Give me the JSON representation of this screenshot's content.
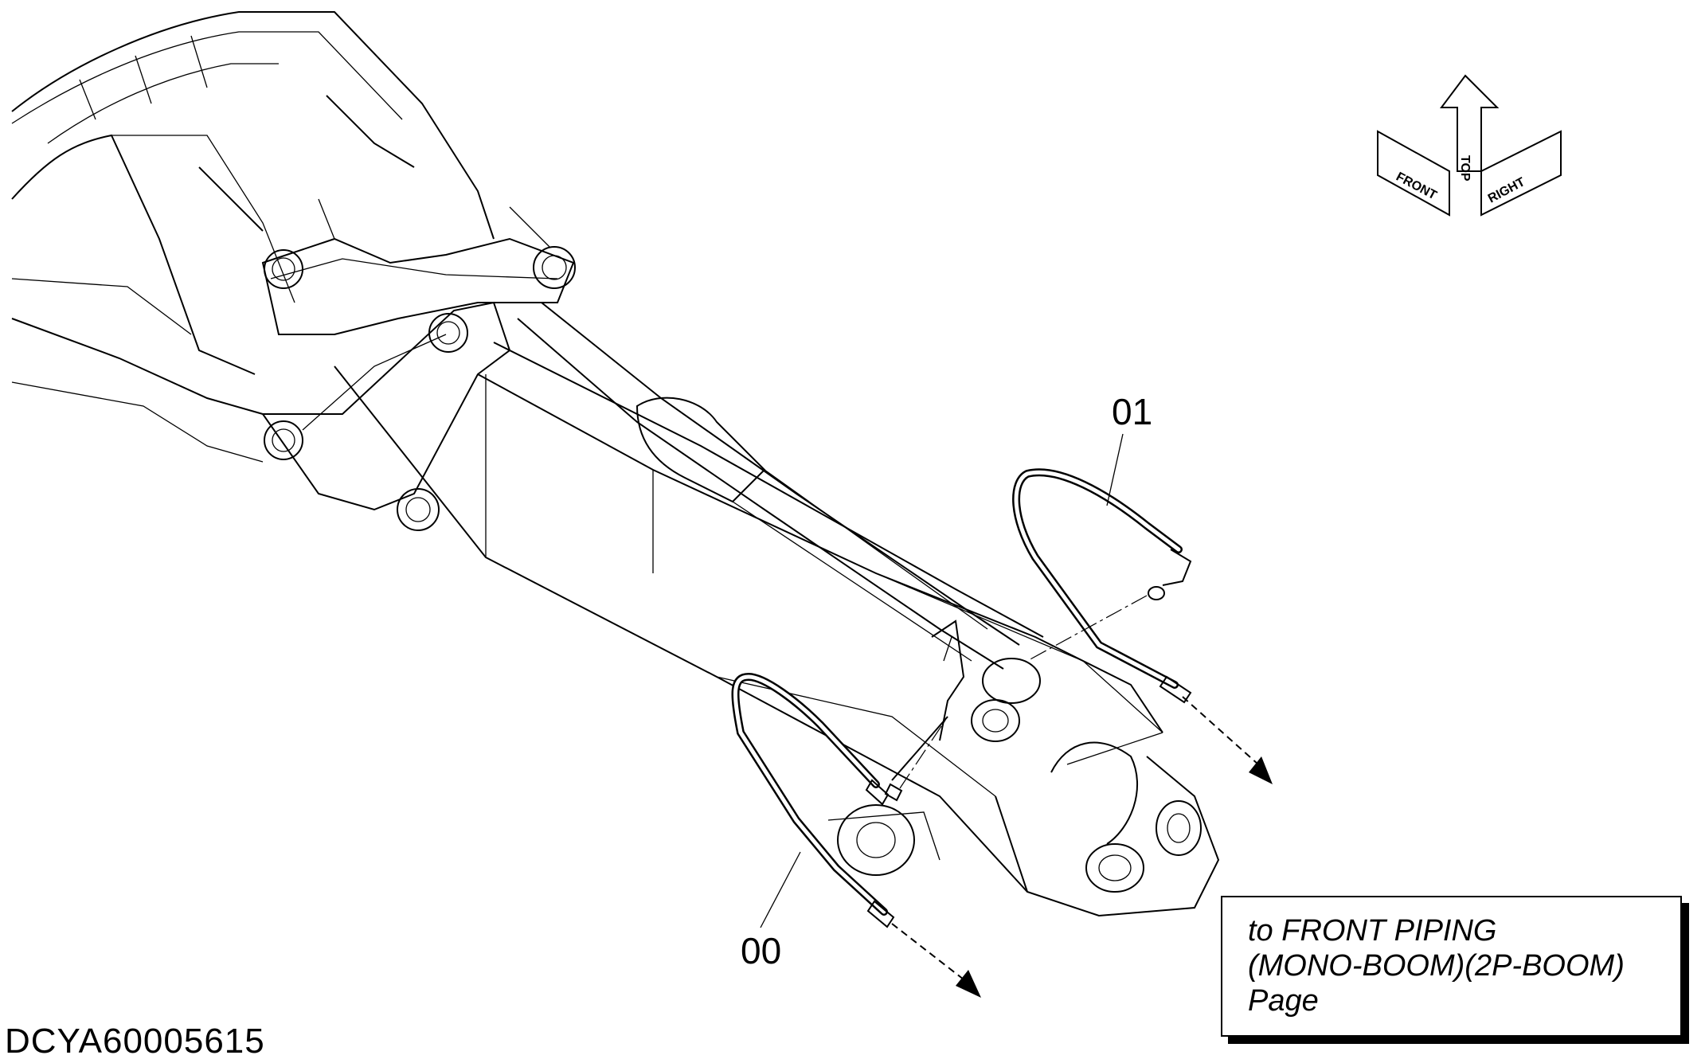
{
  "callouts": [
    {
      "id": "01",
      "label": "01"
    },
    {
      "id": "00",
      "label": "00"
    }
  ],
  "reference_box": {
    "lines": [
      "to FRONT PIPING",
      "(MONO-BOOM)(2P-BOOM)",
      "Page"
    ]
  },
  "drawing_id": "DCYA60005615",
  "orientation_indicator": {
    "labels": [
      "TOP",
      "FRONT",
      "RIGHT"
    ]
  }
}
